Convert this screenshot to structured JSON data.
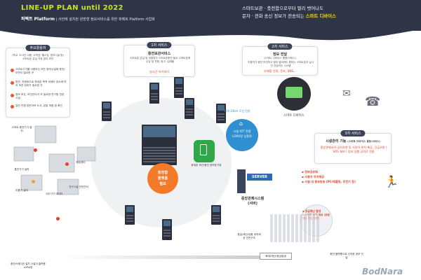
{
  "header": {
    "title": "LINE-UP PLAN until 2022",
    "sub_bold": "퍼펙트 Platform",
    "sub_text": "사전에 설치된 원방형 정보서비스를 위한 퍼펙트 Platform 사업화",
    "right_line1": "스마트보관 · 충전함으로부터 멀리 벗어나도",
    "right_line2a": "문자 · 전화 송신 정보가 전송되는 ",
    "right_line2b": "스마트 디바이스"
  },
  "uses": {
    "title": "주요활용처",
    "intro": "(학교, 도서관 이용, 숙박업, 헬스장, 편의시설 등) 스마트폰 분실 걱정 없이 보관",
    "items": [
      "스마트기기를 사용하는 모든 편의시설에 충전/보관이 필요한 곳",
      "법관, 관광등으로 휴대폰 목적 외에도 장소에 따라 보관 장비가 필요한 곳",
      "정보 보호, 보안관리가 꼭 필요한 연구원 관련 시설",
      "일반 민원 방문하여 도서, 본말 체험 등 확인"
    ]
  },
  "svc1": {
    "title": "1차 서비스",
    "name": "충전보관서비스",
    "desc": "스마트폰 분실 및 과열방지 스마트폰충전 필요 스마트폰에 수납 및 전원, 광고, 유해물 ",
    "note": "실시간 유기하기"
  },
  "svc2": {
    "title": "2차 서비스",
    "name": "정보 전달",
    "name_sub": "(스마트 디바이스 활용/서비스)",
    "desc": "이용자가 충전 보관하고 멀리 떨어져도 원하는 스마트폰이 실시간 전송되는 시스템",
    "note": "부재중 전화, 문자, SNS..."
  },
  "svc3": {
    "title": "3차 서비스",
    "name": "시설관리 기능",
    "name_sub": "(스마트 디바이스 활용/서비스)",
    "desc": "중앙관제서의 공지사항 및 사용자 위치 제공, 긴급사항 ( SOS 제보 ) 정보 실행 공지로 전환"
  },
  "center": {
    "l1": "충전함",
    "l2": "플랫폼",
    "l3": "필요"
  },
  "phone_label": "휴대폰 보관/충전 정보표기뷰",
  "lora": {
    "range": "최대 10km 무선 전송",
    "l1": "사설 IOT 전용",
    "l2": "LORA망 상용화"
  },
  "device_label": "스마트 디바이스",
  "server": {
    "badge": "SERVER",
    "l1": "중앙관제시스템",
    "l2": "(서버)"
  },
  "info_bullets": [
    "정보공유화",
    "사용자 위치제공",
    "사설 내 동보방송 (PC/태블릿, 무전기 등)"
  ],
  "emergency_bullets": [
    "응급재난 발생",
    "사용자 위치 제공 (응급재난 진입 방향)"
  ],
  "places": [
    "스마트 충전기기 설치",
    "행정센터",
    "통전기기 설치",
    "연구시설 안전관리",
    "리튬기 설치 ",
    "사무기기 데이터"
  ],
  "bottom": {
    "left": "충전스테이션 설치 사설이 출력용 LORA망",
    "mid_top": "응급/재난/상황 위치제공 안전구조",
    "mid_box": "화재/재난/응급발생",
    "right": "충전·플랫폼으로 신속한 정보 전달"
  },
  "logo": "BodNara"
}
